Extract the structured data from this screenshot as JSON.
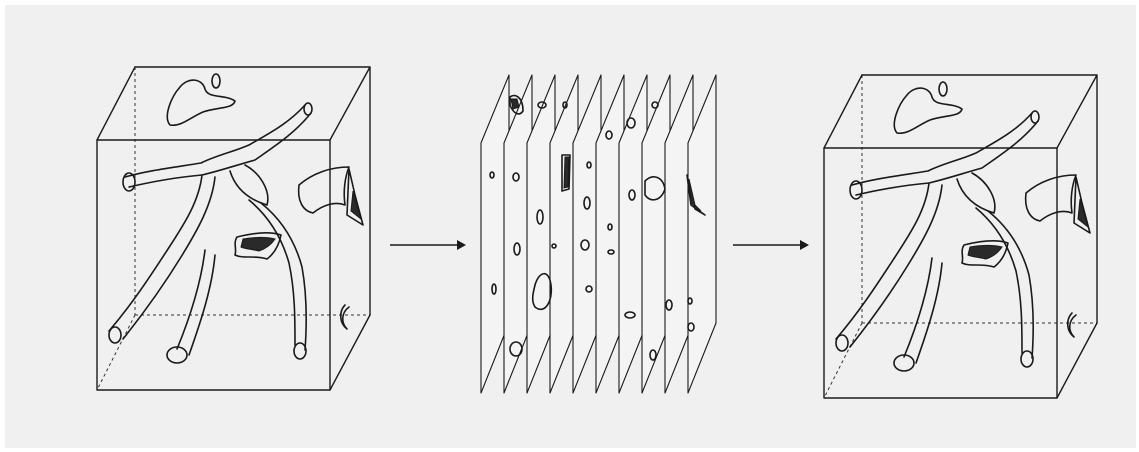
{
  "figure": {
    "panels": [
      {
        "role": "original-volume",
        "icon": "cube-with-tubular-structures"
      },
      {
        "role": "serial-sections",
        "icon": "stack-of-slices",
        "slice_count": 9
      },
      {
        "role": "reconstructed-volume",
        "icon": "cube-with-tubular-structures"
      }
    ],
    "arrows": [
      {
        "from": "original-volume",
        "to": "serial-sections"
      },
      {
        "from": "serial-sections",
        "to": "reconstructed-volume"
      }
    ],
    "colors": {
      "ink": "#1a1a1a",
      "background": "#f0f0f0",
      "frame": "#ffffff"
    }
  }
}
